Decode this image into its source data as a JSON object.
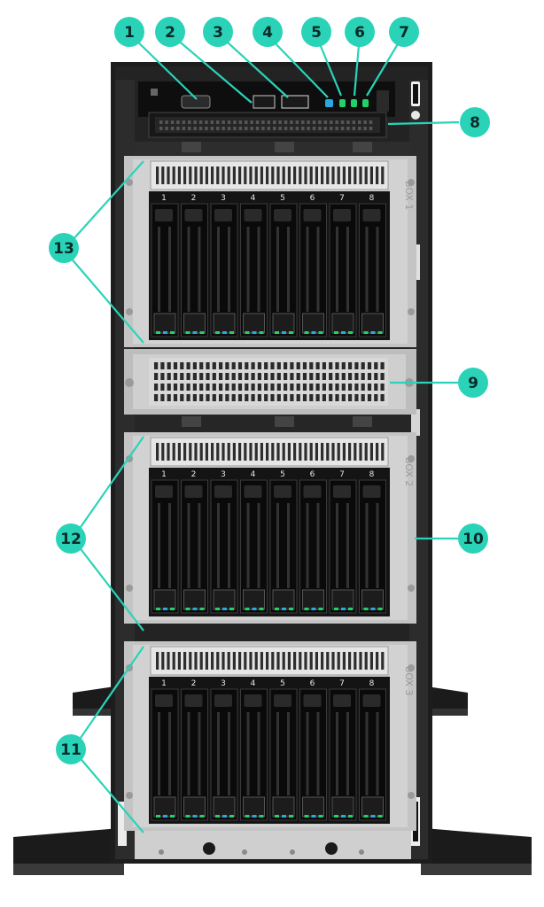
{
  "callouts": [
    "1",
    "2",
    "3",
    "4",
    "5",
    "6",
    "7",
    "8",
    "9",
    "10",
    "11",
    "12",
    "13"
  ],
  "box_labels": [
    "BOX 1",
    "BOX 2",
    "BOX 3"
  ],
  "bay_numbers": [
    "1",
    "2",
    "3",
    "4",
    "5",
    "6",
    "7",
    "8"
  ],
  "colors": {
    "callout_fill": "#2ad3b8",
    "chassis": "#1d1d1d",
    "bezel": "#c9c9c9",
    "drive": "#111111",
    "led_green": "#1fd36a",
    "led_blue": "#2aa8e0"
  }
}
